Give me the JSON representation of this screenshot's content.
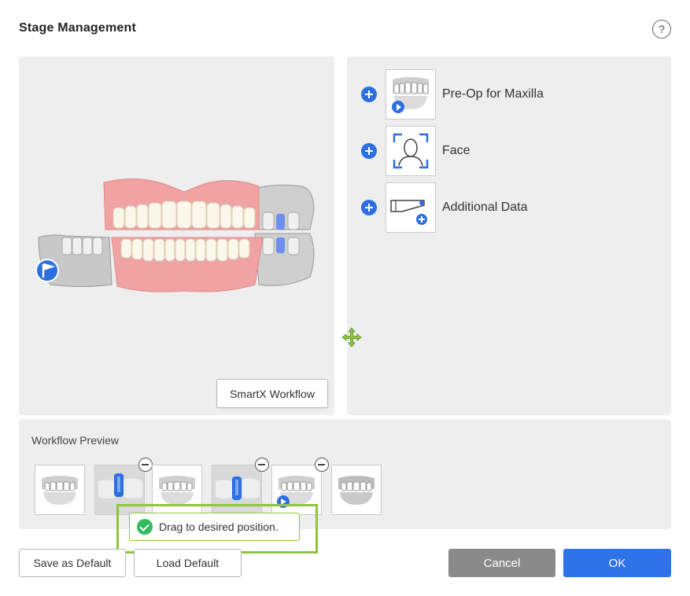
{
  "dialog": {
    "title": "Stage Management",
    "help_glyph": "?"
  },
  "left_panel": {
    "smartx_button": "SmartX Workflow"
  },
  "stages": [
    {
      "label": "Pre-Op for Maxilla",
      "icon": "maxilla-teeth-icon"
    },
    {
      "label": "Face",
      "icon": "face-scan-icon"
    },
    {
      "label": "Additional Data",
      "icon": "scan-body-add-icon"
    }
  ],
  "preview": {
    "title": "Workflow Preview",
    "items": [
      "jaw-icon",
      "scan-body-icon",
      "jaw-icon",
      "scan-body-icon",
      "jaw-play-icon",
      "jaw-icon"
    ]
  },
  "toast": {
    "message": "Drag to desired position."
  },
  "footer": {
    "save_default": "Save as Default",
    "load_default": "Load Default",
    "cancel": "Cancel",
    "ok": "OK"
  },
  "colors": {
    "accent": "#2f73e8",
    "success": "#2ebd5a",
    "highlight": "#8dc63f",
    "gum": "#f1a2a2"
  }
}
